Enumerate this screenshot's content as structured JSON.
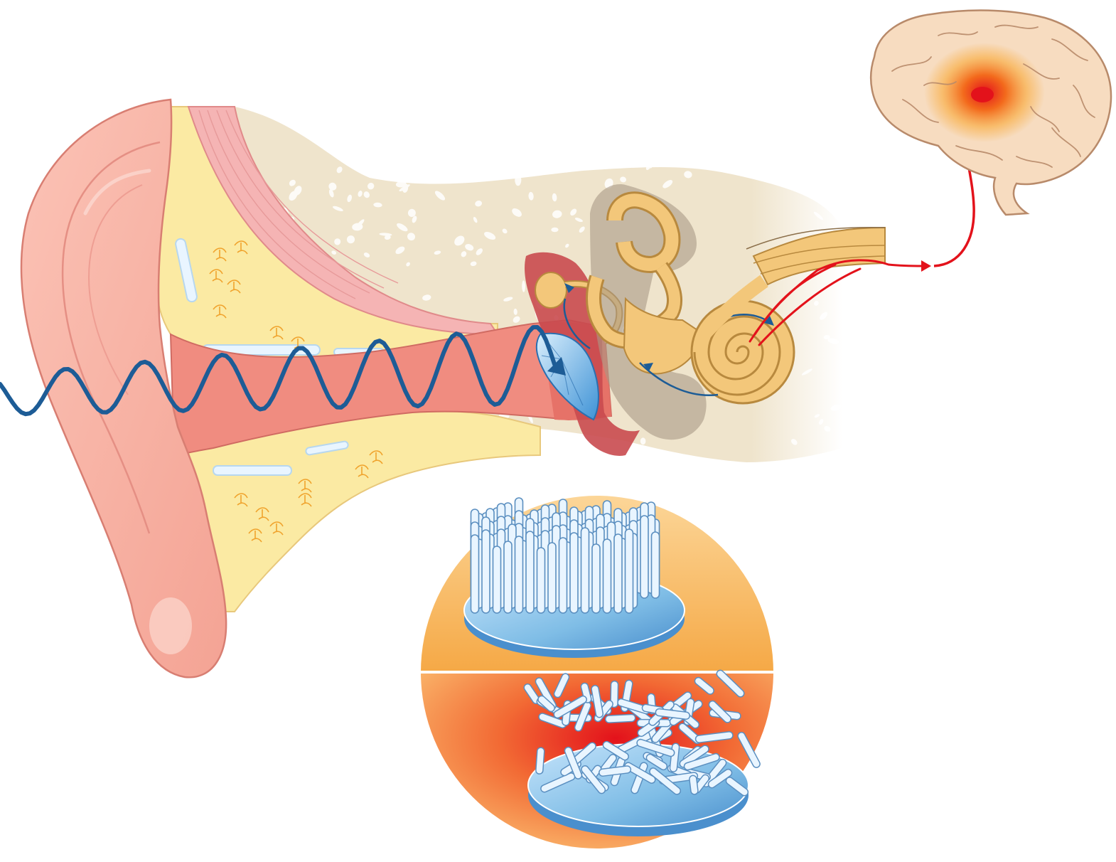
{
  "diagram": {
    "parts": [
      {
        "id": "outer-ear",
        "icon": "ear-auricle-icon"
      },
      {
        "id": "ear-canal",
        "icon": "ear-canal-icon"
      },
      {
        "id": "sound-wave",
        "icon": "sound-wave-icon"
      },
      {
        "id": "eardrum",
        "icon": "eardrum-icon"
      },
      {
        "id": "ossicles",
        "icon": "ossicles-icon"
      },
      {
        "id": "semicircular-canals",
        "icon": "semicircular-canals-icon"
      },
      {
        "id": "cochlea",
        "icon": "cochlea-icon"
      },
      {
        "id": "auditory-nerve",
        "icon": "auditory-nerve-icon"
      },
      {
        "id": "brain",
        "icon": "brain-icon"
      },
      {
        "id": "healthy-hair-cells",
        "icon": "healthy-hair-cells-icon"
      },
      {
        "id": "damaged-hair-cells",
        "icon": "damaged-hair-cells-icon"
      }
    ],
    "colors": {
      "skin": "#f7b3a6",
      "skin_dark": "#e88f84",
      "canal": "#f08c80",
      "cartilage": "#fbeaa3",
      "bone": "#efe4cc",
      "bone_spot": "#ffffff",
      "inner_ear": "#f3c77a",
      "middle_ear": "#c94a4f",
      "wave": "#1d5c96",
      "eardrum": "#7fbde6",
      "nerve_signal": "#e3121b",
      "brain": "#f7dcc0",
      "brain_highlight": "#f8a521",
      "inset_top": "#f7b95c",
      "inset_bottom": "#f48a3e",
      "hair_base": "#88c6ee",
      "hair_cell": "#e9f5ff"
    }
  }
}
